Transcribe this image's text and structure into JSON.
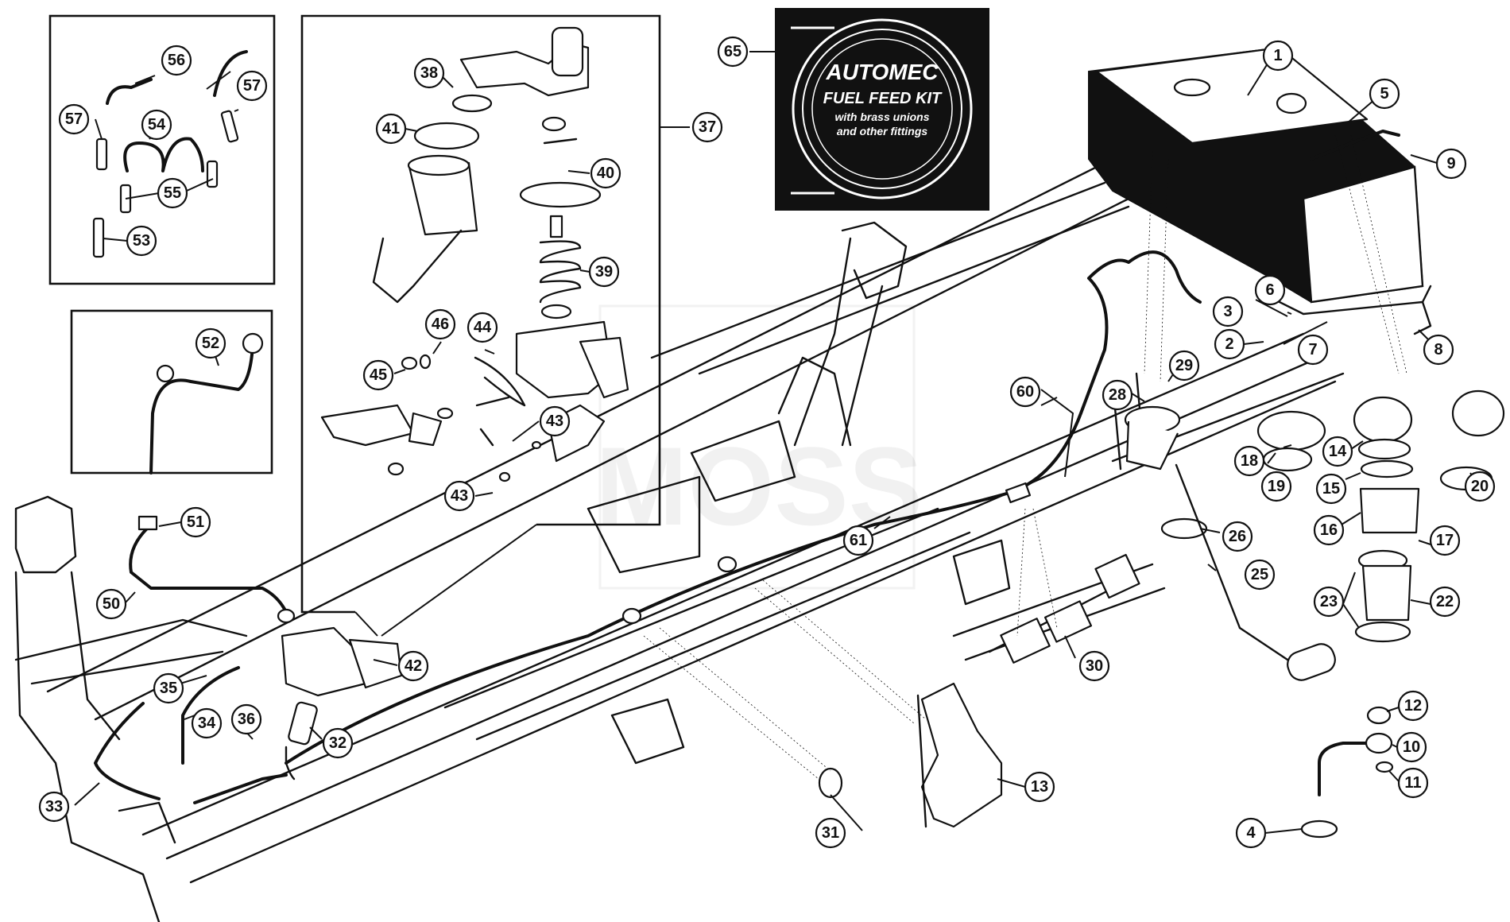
{
  "diagram": {
    "kit_box": {
      "brand": "AUTOMEC",
      "line1": "FUEL FEED KIT",
      "line2": "with brass unions",
      "line3": "and other fittings"
    },
    "watermark": "MOSS",
    "callouts": [
      "1",
      "2",
      "3",
      "4",
      "5",
      "6",
      "7",
      "8",
      "9",
      "10",
      "11",
      "12",
      "13",
      "14",
      "15",
      "16",
      "17",
      "18",
      "19",
      "20",
      "22",
      "23",
      "25",
      "26",
      "28",
      "29",
      "30",
      "31",
      "32",
      "33",
      "34",
      "35",
      "36",
      "37",
      "38",
      "39",
      "40",
      "41",
      "42",
      "43",
      "43",
      "44",
      "45",
      "46",
      "50",
      "51",
      "52",
      "53",
      "54",
      "55",
      "56",
      "57",
      "57",
      "60",
      "61",
      "65"
    ]
  }
}
